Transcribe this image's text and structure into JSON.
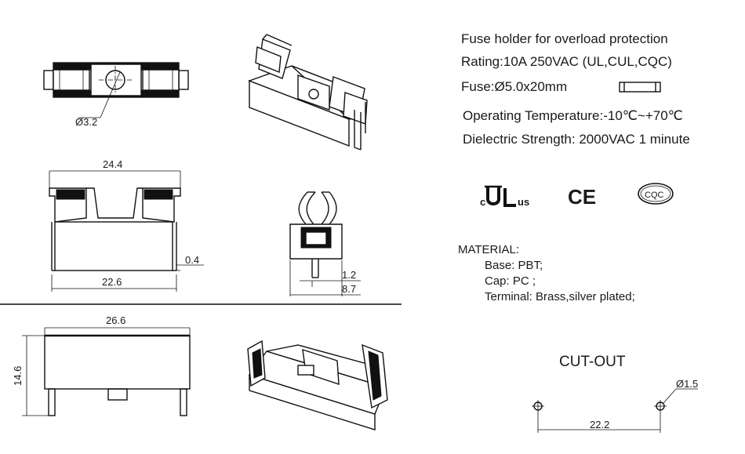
{
  "specs": {
    "title": "Fuse holder for overload protection",
    "rating": "Rating:10A 250VAC (UL,CUL,CQC)",
    "fuse": "Fuse:Ø5.0x20mm",
    "operating_temp": "Operating Temperature:-10℃~+70℃",
    "dielectric": "Dielectric Strength: 2000VAC 1 minute"
  },
  "certifications": {
    "ul_c": "c",
    "ul_us": "us",
    "ce": "CE",
    "cqc": "CQC"
  },
  "material": {
    "heading": "MATERIAL:",
    "base": "Base: PBT;",
    "cap": "Cap: PC ;",
    "terminal": "Terminal:  Brass,silver  plated;"
  },
  "cutout": {
    "title": "CUT-OUT",
    "hole_dia": "Ø1.5",
    "spacing": "22.2"
  },
  "dimensions": {
    "top_hole": "Ø3.2",
    "side_width_top": "24.4",
    "side_width_bottom": "22.6",
    "pin_thickness": "0.4",
    "end_pin": "1.2",
    "end_width": "8.7",
    "base_length": "26.6",
    "height": "14.6"
  }
}
